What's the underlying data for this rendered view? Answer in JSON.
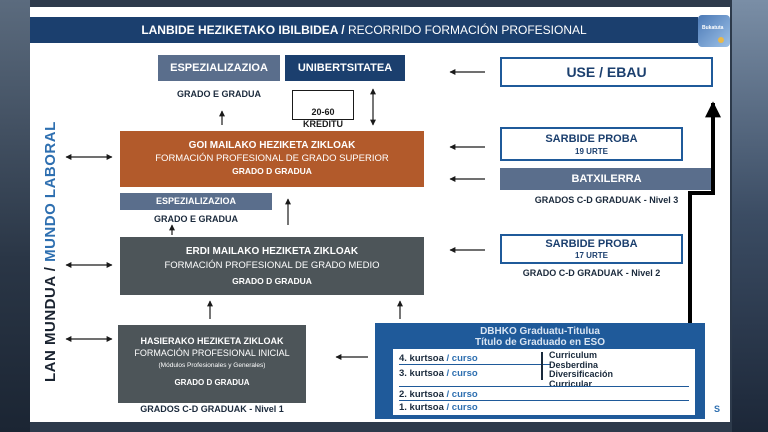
{
  "header": {
    "title_main": "LANBIDE HEZIKETAKO IBILBIDEA /",
    "title_sub": " RECORRIDO FORMACIÓN PROFESIONAL",
    "badge_text": "Bukatuta"
  },
  "side_label": {
    "part_a": "LAN MUNDUA  /  ",
    "part_b": "MUNDO LABORAL"
  },
  "top": {
    "espezializazioa": "ESPEZIALIZAZIOA",
    "unibertsitatea": "UNIBERTSITATEA",
    "grado_e": "GRADO E GRADUA",
    "kreditu": "20-60\nKREDITU",
    "use_ebau": "USE / EBAU"
  },
  "goi": {
    "line1": "GOI MAILAKO HEZIKETA ZIKLOAK",
    "line2": "FORMACIÓN PROFESIONAL DE GRADO SUPERIOR",
    "line3": "GRADO D GRADUA"
  },
  "sarbide1": {
    "title": "SARBIDE PROBA",
    "sub": "19 URTE"
  },
  "batxilerra": {
    "title": "BATXILERRA",
    "sub": "GRADOS C-D GRADUAK - Nivel 3"
  },
  "espez2": {
    "title": "ESPEZIALIZAZIOA",
    "sub": "GRADO E GRADUA"
  },
  "erdi": {
    "line1": "ERDI MAILAKO HEZIKETA ZIKLOAK",
    "line2": "FORMACIÓN PROFESIONAL DE GRADO MEDIO",
    "line3": "GRADO D GRADUA"
  },
  "sarbide2": {
    "title": "SARBIDE PROBA",
    "sub": "17 URTE",
    "below": "GRADO C-D GRADUAK - Nivel 2"
  },
  "hasierako": {
    "line1": "HASIERAKO HEZIKETA ZIKLOAK",
    "line2": "FORMACIÓN PROFESIONAL INICIAL",
    "line3": "(Módulos Profesionales y Generales)",
    "line4": "GRADO D GRADUA",
    "below": "GRADOS C-D GRADUAK - Nivel 1"
  },
  "dbh": {
    "title1": "DBHKO Graduatu-Titulua",
    "title2": "Título de Graduado en ESO",
    "k4": "4. kurtsoa",
    "k3": "3. kurtsoa",
    "k2": "2. kurtsoa",
    "k1": "1. kurtsoa",
    "curso": " / curso",
    "curr1": "Curriculum",
    "curr2": "Desberdina",
    "curr3": "Diversificación",
    "curr4": "Curricular"
  },
  "footer_s": "S",
  "colors": {
    "navy": "#1b3f6e",
    "slate": "#5a6e8c",
    "brown": "#b25a2b",
    "darkgrey": "#4d5559",
    "blue": "#1f5a9a"
  }
}
